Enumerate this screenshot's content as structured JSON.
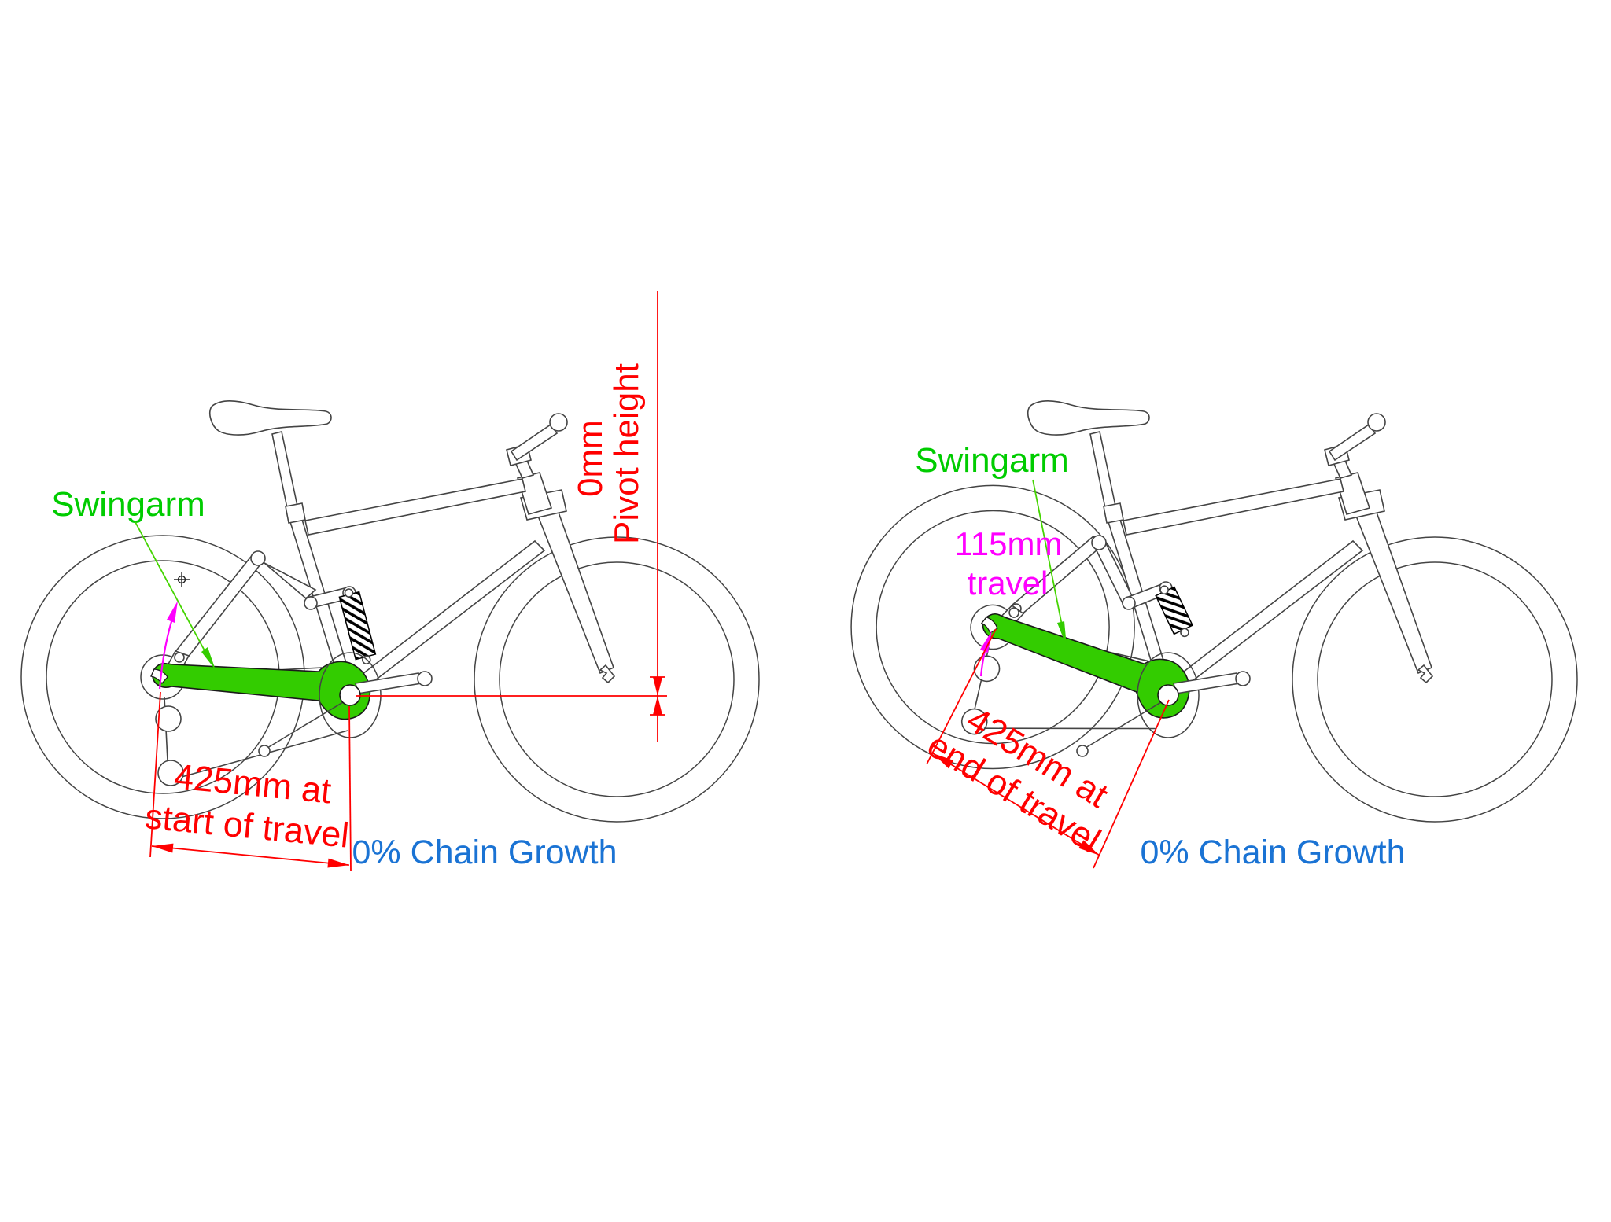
{
  "diagram": {
    "left_bike": {
      "swingarm_label": "Swingarm",
      "pivot_height_value": "0mm",
      "pivot_height_caption": "Pivot height",
      "dim_value_line": "425mm at",
      "dim_caption_line": "start of travel",
      "chain_growth_label": "0% Chain Growth"
    },
    "right_bike": {
      "swingarm_label": "Swingarm",
      "travel_value": "115mm",
      "travel_caption": "travel",
      "dim_value_line": "425mm at",
      "dim_caption_line": "end of travel",
      "chain_growth_label": "0% Chain Growth"
    }
  },
  "colors": {
    "green-label": "#00CC00",
    "green-fill": "#33CC00",
    "green-leader": "#44D400",
    "red": "#FF0000",
    "magenta": "#FF00FF",
    "blue": "#1A73D4",
    "line": "#444444"
  }
}
